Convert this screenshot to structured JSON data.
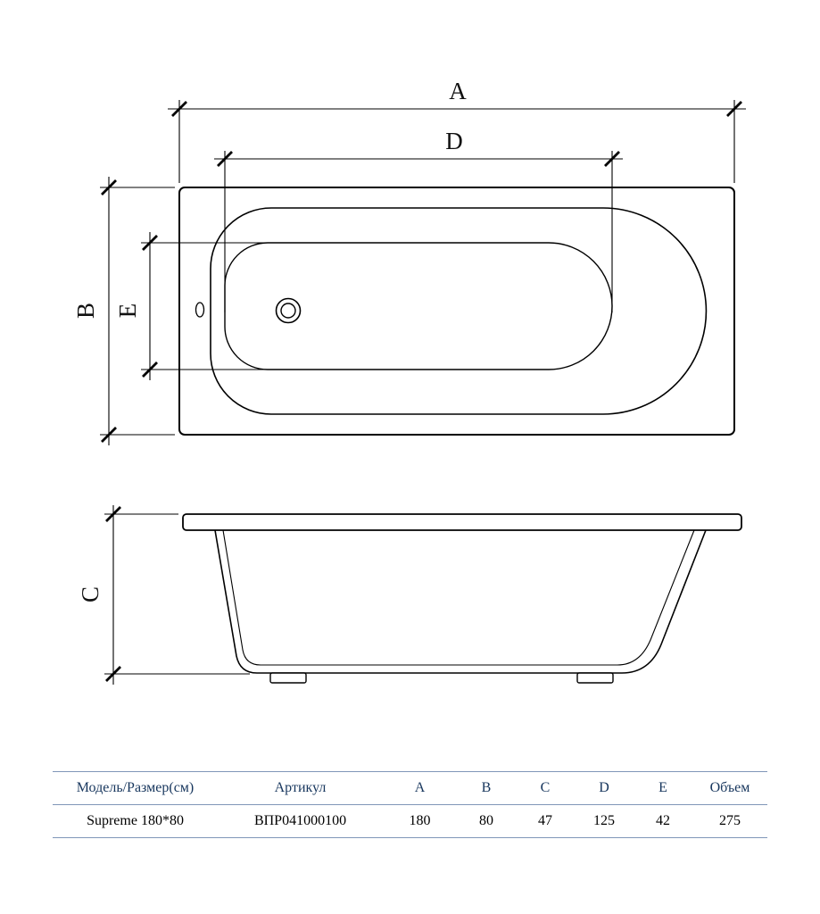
{
  "drawing": {
    "dims": {
      "a": "A",
      "b": "B",
      "c": "C",
      "d": "D",
      "e": "E"
    }
  },
  "table": {
    "headers": [
      "Модель/Размер(см)",
      "Артикул",
      "A",
      "B",
      "C",
      "D",
      "E",
      "Объем"
    ],
    "rows": [
      [
        "Supreme 180*80",
        "ВПР041000100",
        "180",
        "80",
        "47",
        "125",
        "42",
        "275"
      ]
    ]
  },
  "colors": {
    "header_text": "#17365d",
    "table_rule": "#8096b8",
    "drawing_line": "#000000"
  }
}
